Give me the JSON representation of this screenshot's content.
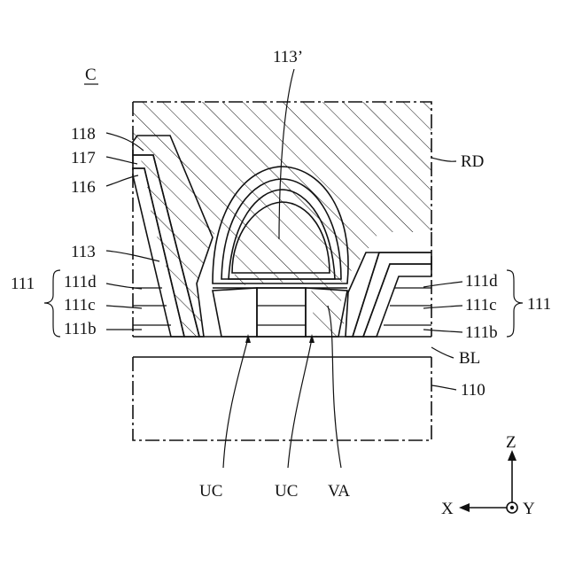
{
  "figure": {
    "view_label": "C",
    "labels": {
      "l113p": "113’",
      "l118": "118",
      "l117": "117",
      "l116": "116",
      "l113": "113",
      "l111_left": "111",
      "l111d_left": "111d",
      "l111c_left": "111c",
      "l111b_left": "111b",
      "l111d_right": "111d",
      "l111c_right": "111c",
      "l111b_right": "111b",
      "l111_right": "111",
      "lRD": "RD",
      "lBL": "BL",
      "l110": "110",
      "lUC1": "UC",
      "lUC2": "UC",
      "lVA": "VA"
    },
    "axes": {
      "z": "Z",
      "x": "X",
      "y": "Y"
    }
  }
}
